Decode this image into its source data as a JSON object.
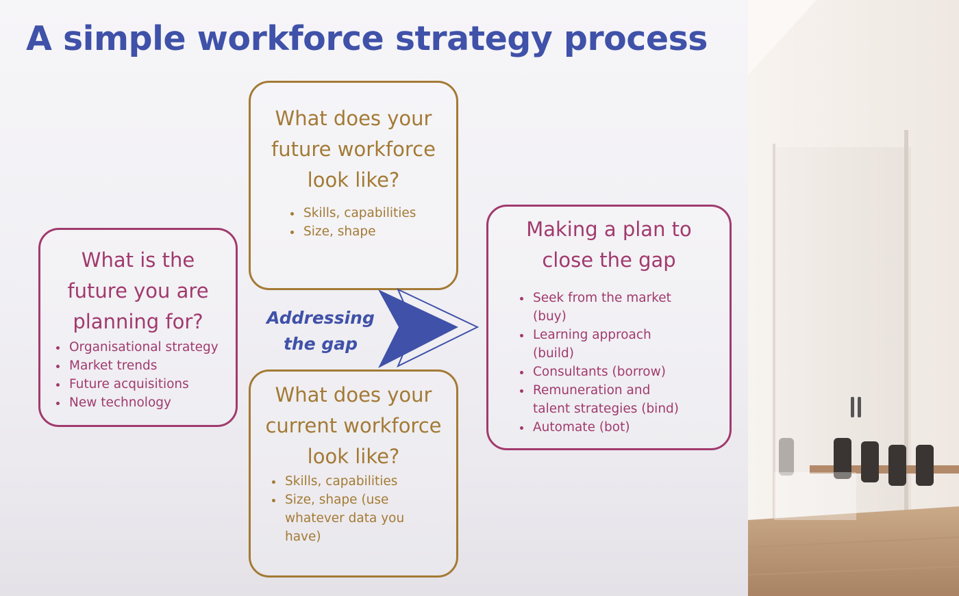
{
  "title": "A simple workforce strategy process",
  "center_label_line1": "Addressing",
  "center_label_line2": "the gap",
  "boxes": {
    "future_planning": {
      "heading": [
        "What is the",
        "future you are",
        "planning for?"
      ],
      "bullets": [
        "Organisational strategy",
        "Market trends",
        "Future acquisitions",
        "New technology"
      ]
    },
    "future_workforce": {
      "heading": [
        "What does your",
        "future workforce",
        "look like?"
      ],
      "bullets": [
        "Skills, capabilities",
        "Size, shape"
      ]
    },
    "current_workforce": {
      "heading": [
        "What does your",
        "current workforce",
        "look like?"
      ],
      "bullets": [
        "Skills, capabilities",
        "Size, shape (use whatever data you have)"
      ]
    },
    "plan": {
      "heading": [
        "Making a plan to",
        "close the gap"
      ],
      "bullets": [
        "Seek from the market (buy)",
        "Learning approach (build)",
        "Consultants (borrow)",
        "Remuneration and talent strategies (bind)",
        "Automate (bot)"
      ]
    }
  },
  "colors": {
    "title": "#3f51a8",
    "gold": "#a37a35",
    "maroon": "#a03a6e",
    "arrow": "#3f51a8"
  }
}
